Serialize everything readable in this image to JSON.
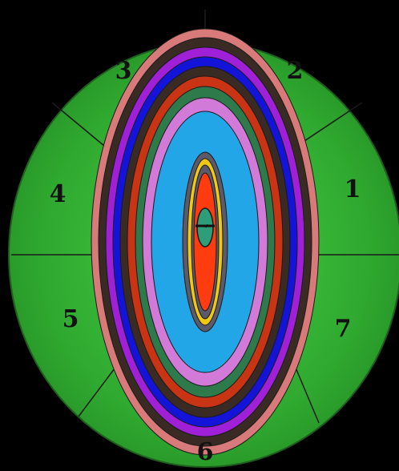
{
  "board": {
    "sector_labels": [
      {
        "id": "1",
        "text": "1"
      },
      {
        "id": "2",
        "text": "2"
      },
      {
        "id": "3",
        "text": "3"
      },
      {
        "id": "4",
        "text": "4"
      },
      {
        "id": "5",
        "text": "5"
      },
      {
        "id": "6",
        "text": "6"
      },
      {
        "id": "7",
        "text": "7"
      }
    ],
    "colors": {
      "background": "#000000",
      "outer_field": "#2e9e2e",
      "outer_field_highlight": "#3ec43e",
      "divider_lines": "#1a1a1a",
      "rings_outer_to_inner": [
        "#d97a7a",
        "#3a2a24",
        "#a020d8",
        "#1414d8",
        "#3a2a24",
        "#c83414",
        "#2e7a4a",
        "#d27ad8",
        "#22a6e8",
        "#5a5a6a",
        "#f0c814",
        "#5a5a6a",
        "#ff3c10"
      ],
      "bullseye": "#2e9e7a"
    }
  }
}
